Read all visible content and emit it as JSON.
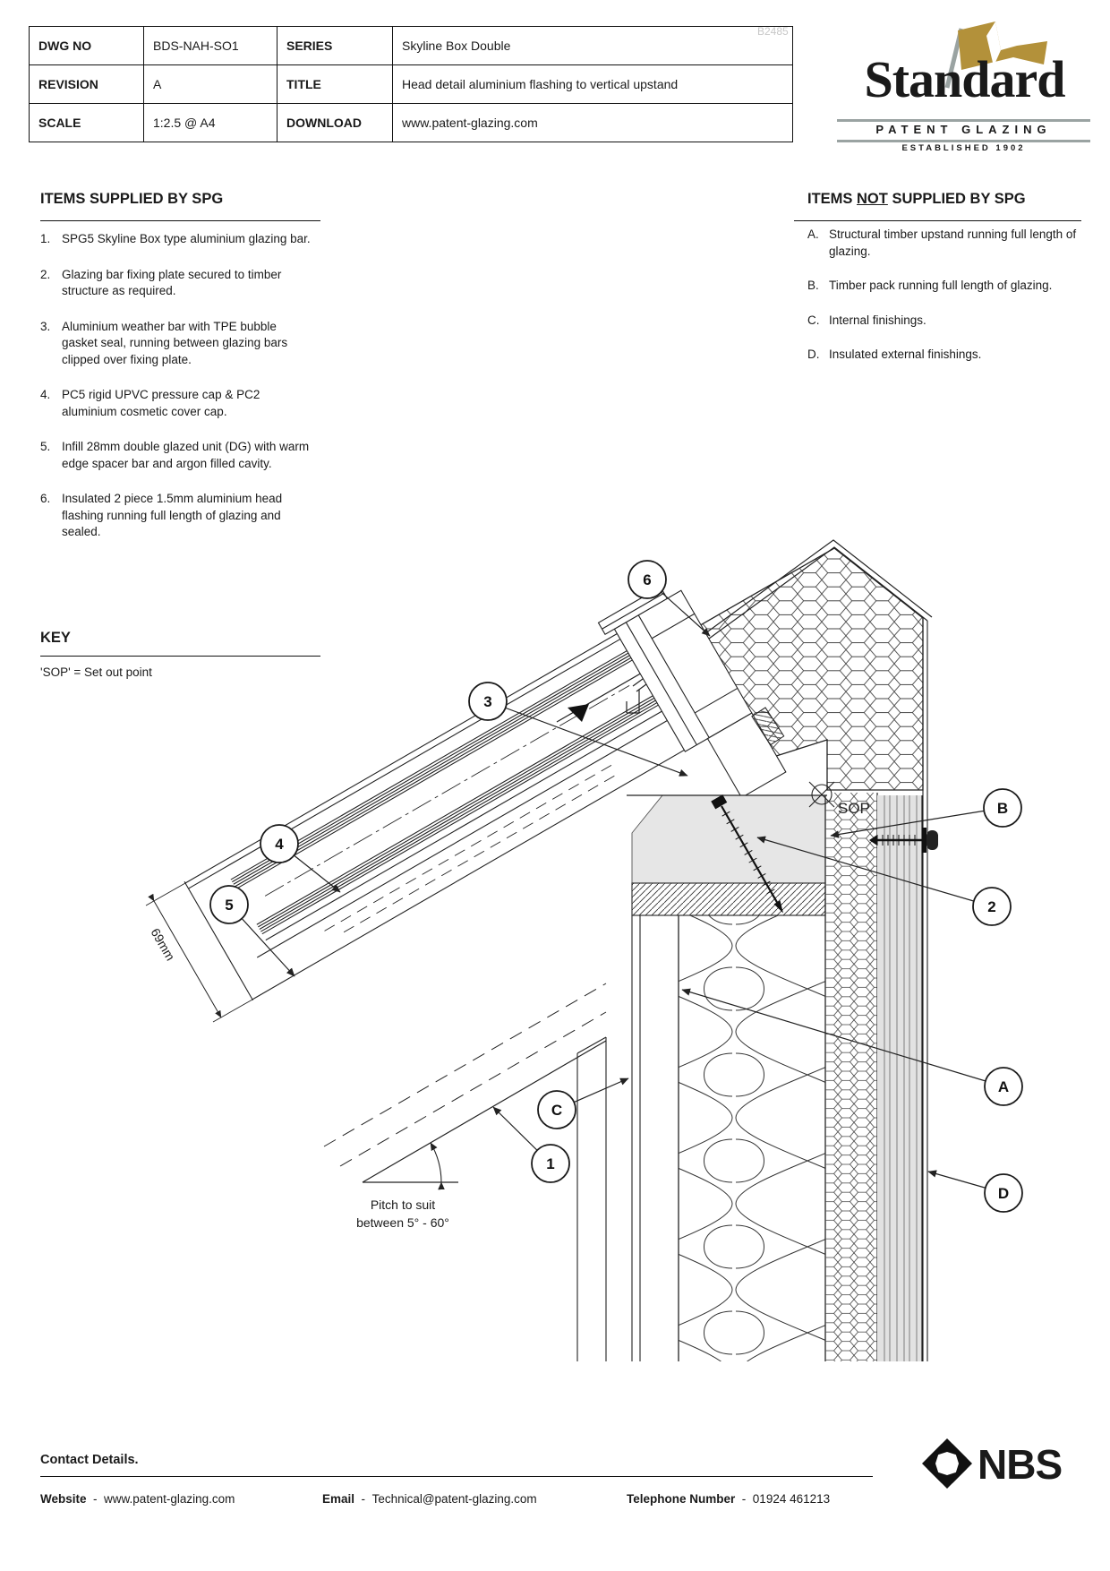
{
  "watermark": "B2485",
  "title_block": {
    "rows": [
      {
        "l1": "DWG NO",
        "v1": "BDS-NAH-SO1",
        "l2": "SERIES",
        "v2": "Skyline Box Double"
      },
      {
        "l1": "REVISION",
        "v1": "A",
        "l2": "TITLE",
        "v2": "Head detail aluminium flashing to vertical upstand"
      },
      {
        "l1": "SCALE",
        "v1": "1:2.5 @ A4",
        "l2": "DOWNLOAD",
        "v2": "www.patent-glazing.com"
      }
    ]
  },
  "logo": {
    "name": "Standard",
    "subtitle": "PATENT GLAZING",
    "established": "ESTABLISHED 1902",
    "flag_color": "#b3913a",
    "rule_color": "#9aa3a2"
  },
  "supplied": {
    "heading": "ITEMS SUPPLIED BY SPG",
    "items": [
      {
        "num": "1.",
        "text": "SPG5 Skyline Box type aluminium glazing bar."
      },
      {
        "num": "2.",
        "text": "Glazing bar fixing plate secured to timber structure as required."
      },
      {
        "num": "3.",
        "text": "Aluminium weather bar with TPE bubble gasket seal, running between glazing bars clipped over fixing plate."
      },
      {
        "num": "4.",
        "text": "PC5 rigid UPVC pressure cap & PC2 aluminium cosmetic cover cap."
      },
      {
        "num": "5.",
        "text": "Infill 28mm double glazed unit (DG) with warm edge spacer bar and argon filled cavity."
      },
      {
        "num": "6.",
        "text": "Insulated 2 piece 1.5mm aluminium head flashing running full length of glazing and sealed."
      }
    ]
  },
  "not_supplied": {
    "heading_pre": "ITEMS ",
    "heading_not": "NOT",
    "heading_post": " SUPPLIED BY SPG",
    "items": [
      {
        "num": "A.",
        "text": "Structural timber upstand running full length of glazing."
      },
      {
        "num": "B.",
        "text": "Timber pack running full length of glazing."
      },
      {
        "num": "C.",
        "text": "Internal finishings."
      },
      {
        "num": "D.",
        "text": "Insulated external finishings."
      }
    ]
  },
  "key": {
    "heading": "KEY",
    "entry": "'SOP' = Set out point"
  },
  "drawing": {
    "balloons": [
      {
        "label": "6"
      },
      {
        "label": "3"
      },
      {
        "label": "4"
      },
      {
        "label": "5"
      },
      {
        "label": "B"
      },
      {
        "label": "2"
      },
      {
        "label": "A"
      },
      {
        "label": "D"
      },
      {
        "label": "C"
      },
      {
        "label": "1"
      }
    ],
    "sop_label": "SOP",
    "dim_label": "69mm",
    "pitch_line1": "Pitch to suit",
    "pitch_line2": "between 5° - 60°"
  },
  "footer": {
    "heading": "Contact Details.",
    "website_label": "Website",
    "sep": "-",
    "website": "www.patent-glazing.com",
    "email_label": "Email",
    "email": "Technical@patent-glazing.com",
    "phone_label": "Telephone Number",
    "phone": "01924 461213",
    "nbs": "NBS"
  }
}
